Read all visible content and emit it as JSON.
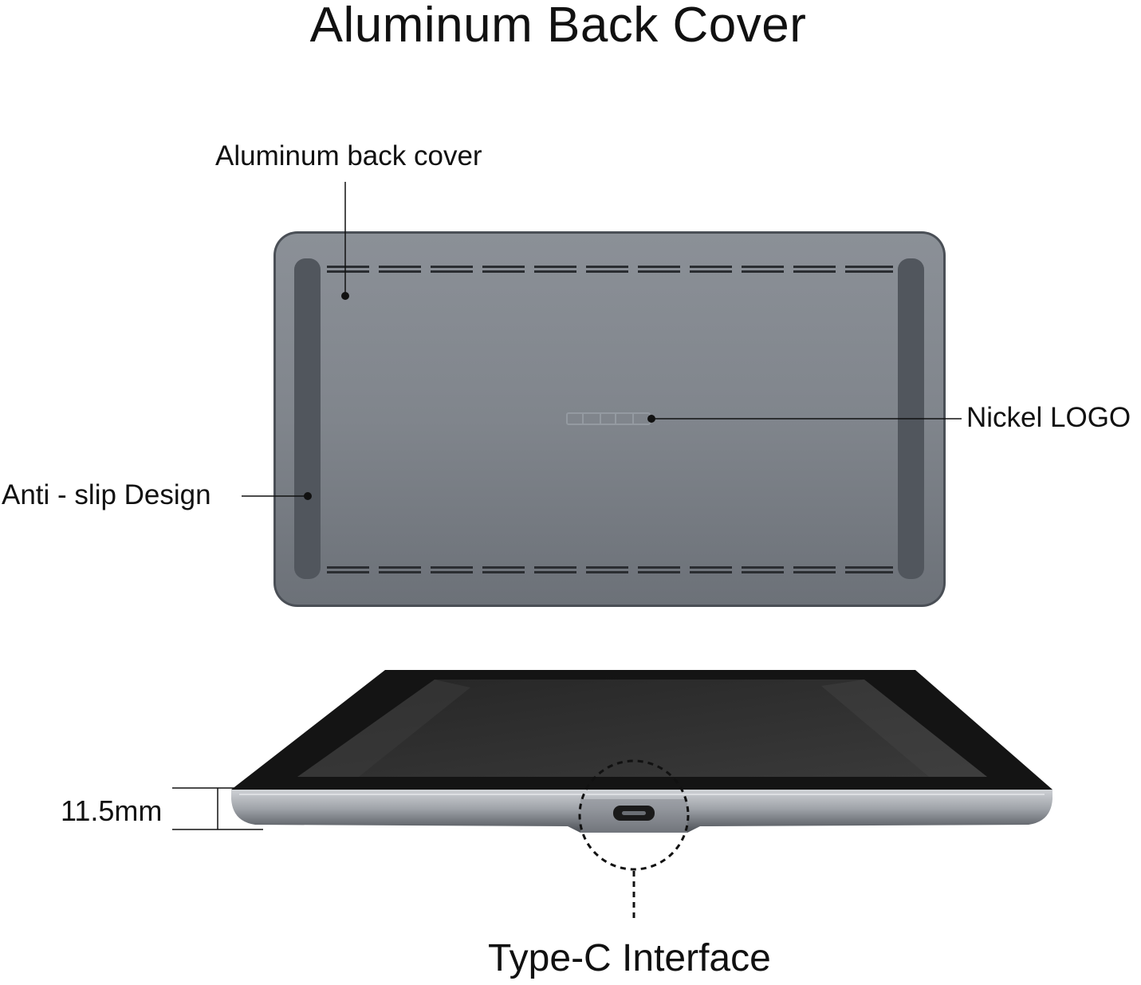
{
  "page": {
    "title": "Aluminum Back Cover"
  },
  "callouts": {
    "back_cover": "Aluminum back cover",
    "logo": "Nickel LOGO",
    "anti_slip": "Anti - slip Design",
    "thickness": "11.5mm",
    "port": "Type-C Interface"
  },
  "colors": {
    "back_top": "#8a8f96",
    "back_bottom": "#6f747b",
    "rail": "#4f545b",
    "screen": "#2c2c2c",
    "bezel": "#141414",
    "accent_line": "#111111"
  }
}
